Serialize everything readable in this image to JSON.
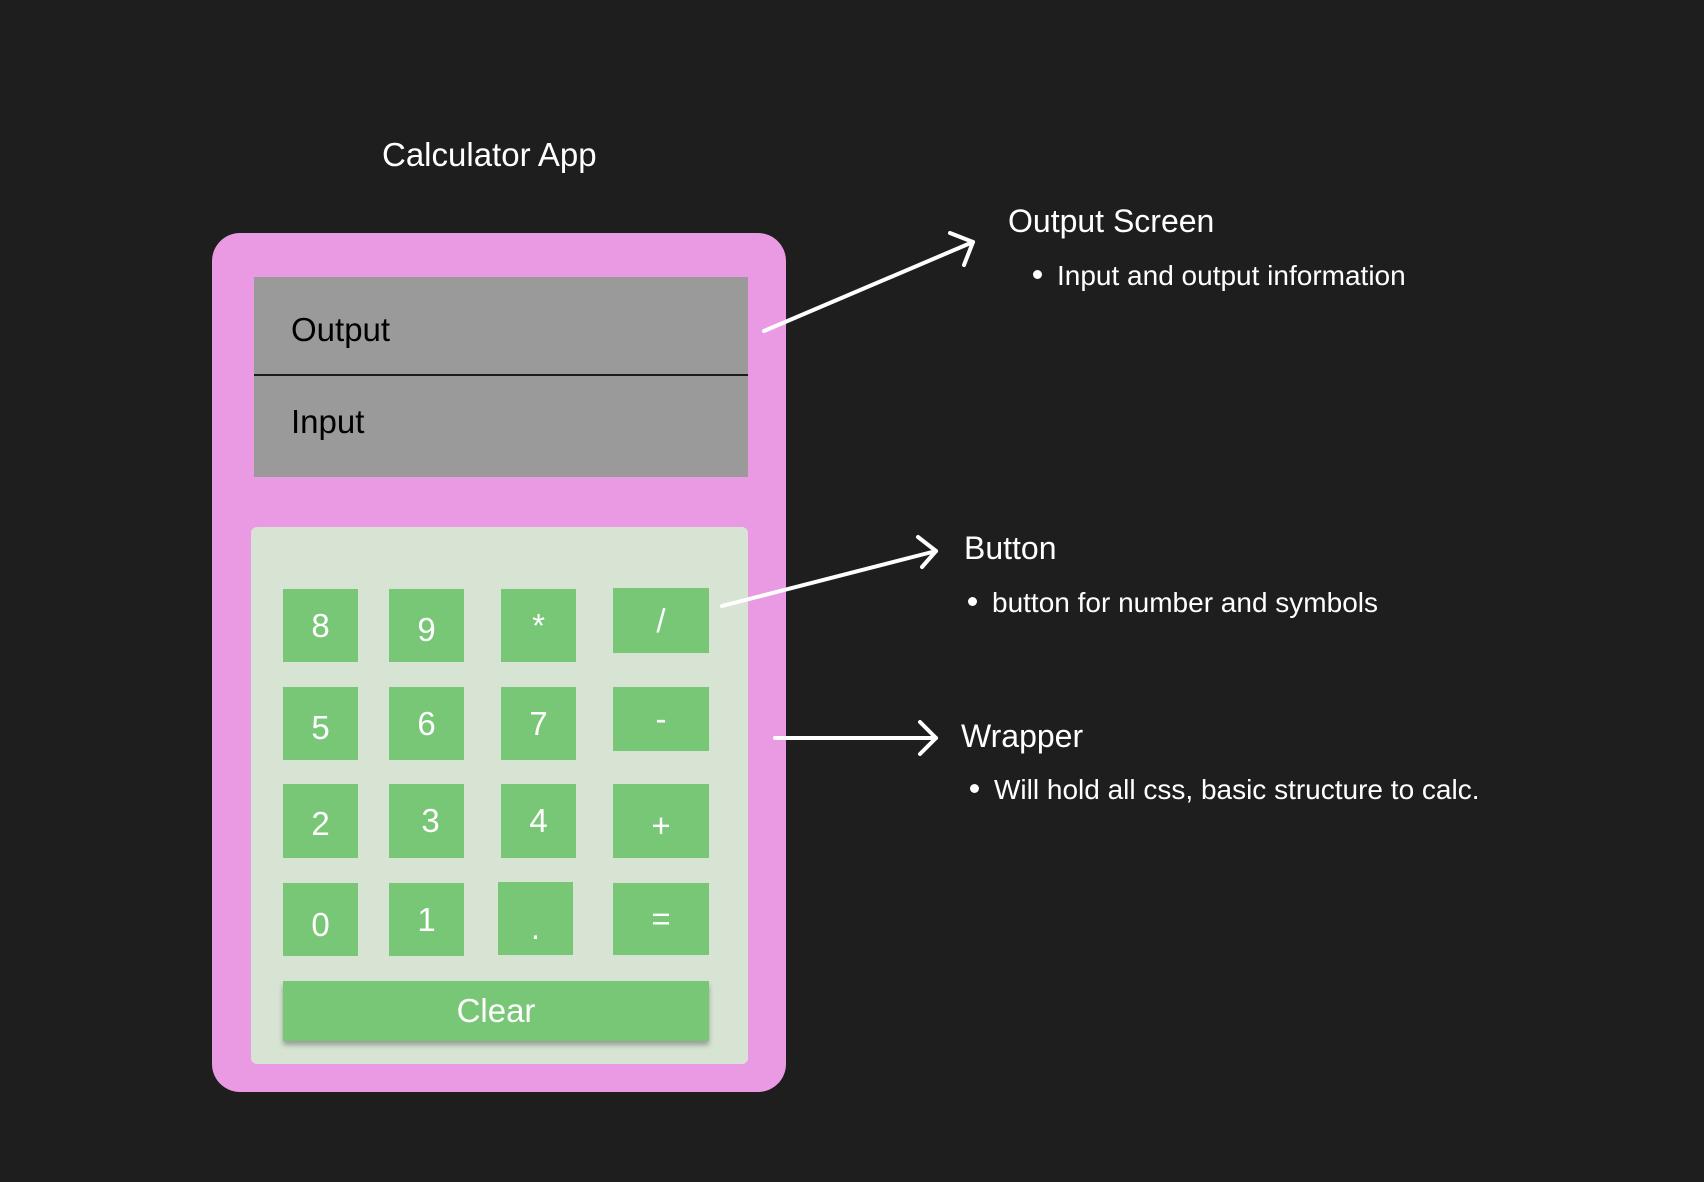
{
  "title": "Calculator App",
  "screen": {
    "output_label": "Output",
    "input_label": "Input"
  },
  "keypad": {
    "rows": [
      [
        "8",
        "9",
        "*",
        "/"
      ],
      [
        "5",
        "6",
        "7",
        "-"
      ],
      [
        "2",
        "3",
        "4",
        "+"
      ],
      [
        "0",
        "1",
        ".",
        "="
      ]
    ],
    "clear_label": "Clear"
  },
  "annotations": {
    "output_screen": {
      "title": "Output Screen",
      "bullet": "Input and output information"
    },
    "button": {
      "title": "Button",
      "bullet": "button for number and symbols"
    },
    "wrapper": {
      "title": "Wrapper",
      "bullet": "Will hold all css, basic structure to calc."
    }
  },
  "colors": {
    "background": "#1e1e1e",
    "wrapper": "#ea9ae3",
    "screen": "#9a9a9a",
    "keypad": "#d8e4d3",
    "button": "#78c776"
  }
}
